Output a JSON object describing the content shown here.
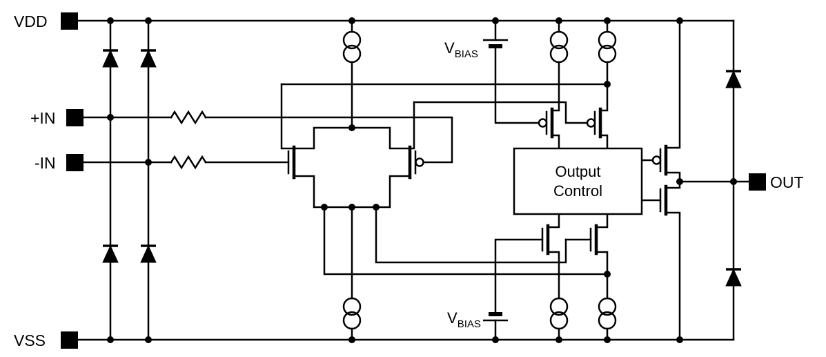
{
  "schematic": {
    "kind": "op-amp equivalent circuit",
    "power_labels": {
      "vdd": "VDD",
      "vss": "VSS"
    },
    "io_labels": {
      "in_plus": "+IN",
      "in_minus": "-IN",
      "out": "OUT"
    },
    "bias_label": {
      "main": "V",
      "sub": "BIAS"
    },
    "output_control": {
      "line1": "Output",
      "line2": "Control"
    },
    "symbols": [
      "esd-diode",
      "input-resistor",
      "current-source",
      "battery-vbias",
      "nmos-transistor",
      "pmos-transistor",
      "junction-dot",
      "io-pad"
    ],
    "colors": {
      "ink": "#000000",
      "background": "#ffffff"
    }
  }
}
